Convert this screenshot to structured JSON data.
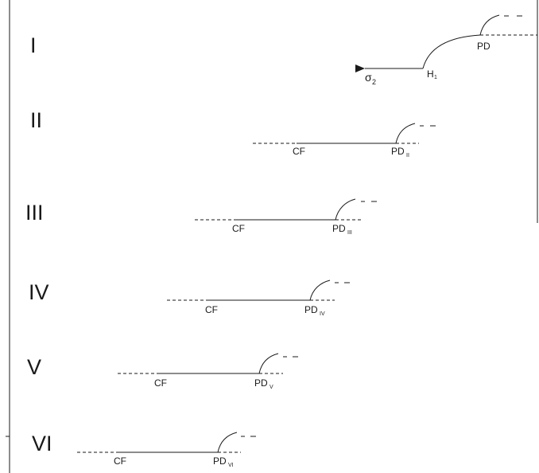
{
  "diagram": {
    "panels": [
      {
        "numeral": "I",
        "labels": {
          "pd": "PD",
          "h": "H",
          "h_sub": "1",
          "sigma": "σ",
          "sigma_sub": "2"
        }
      },
      {
        "numeral": "II",
        "labels": {
          "cf": "CF",
          "pd": "PD",
          "pd_sub": "II"
        }
      },
      {
        "numeral": "III",
        "labels": {
          "cf": "CF",
          "pd": "PD",
          "pd_sub": "III"
        }
      },
      {
        "numeral": "IV",
        "labels": {
          "cf": "CF",
          "pd": "PD",
          "pd_sub": "IV"
        }
      },
      {
        "numeral": "V",
        "labels": {
          "cf": "CF",
          "pd": "PD",
          "pd_sub": "V"
        }
      },
      {
        "numeral": "VI",
        "labels": {
          "cf": "CF",
          "pd": "PD",
          "pd_sub": "VI"
        }
      }
    ]
  }
}
